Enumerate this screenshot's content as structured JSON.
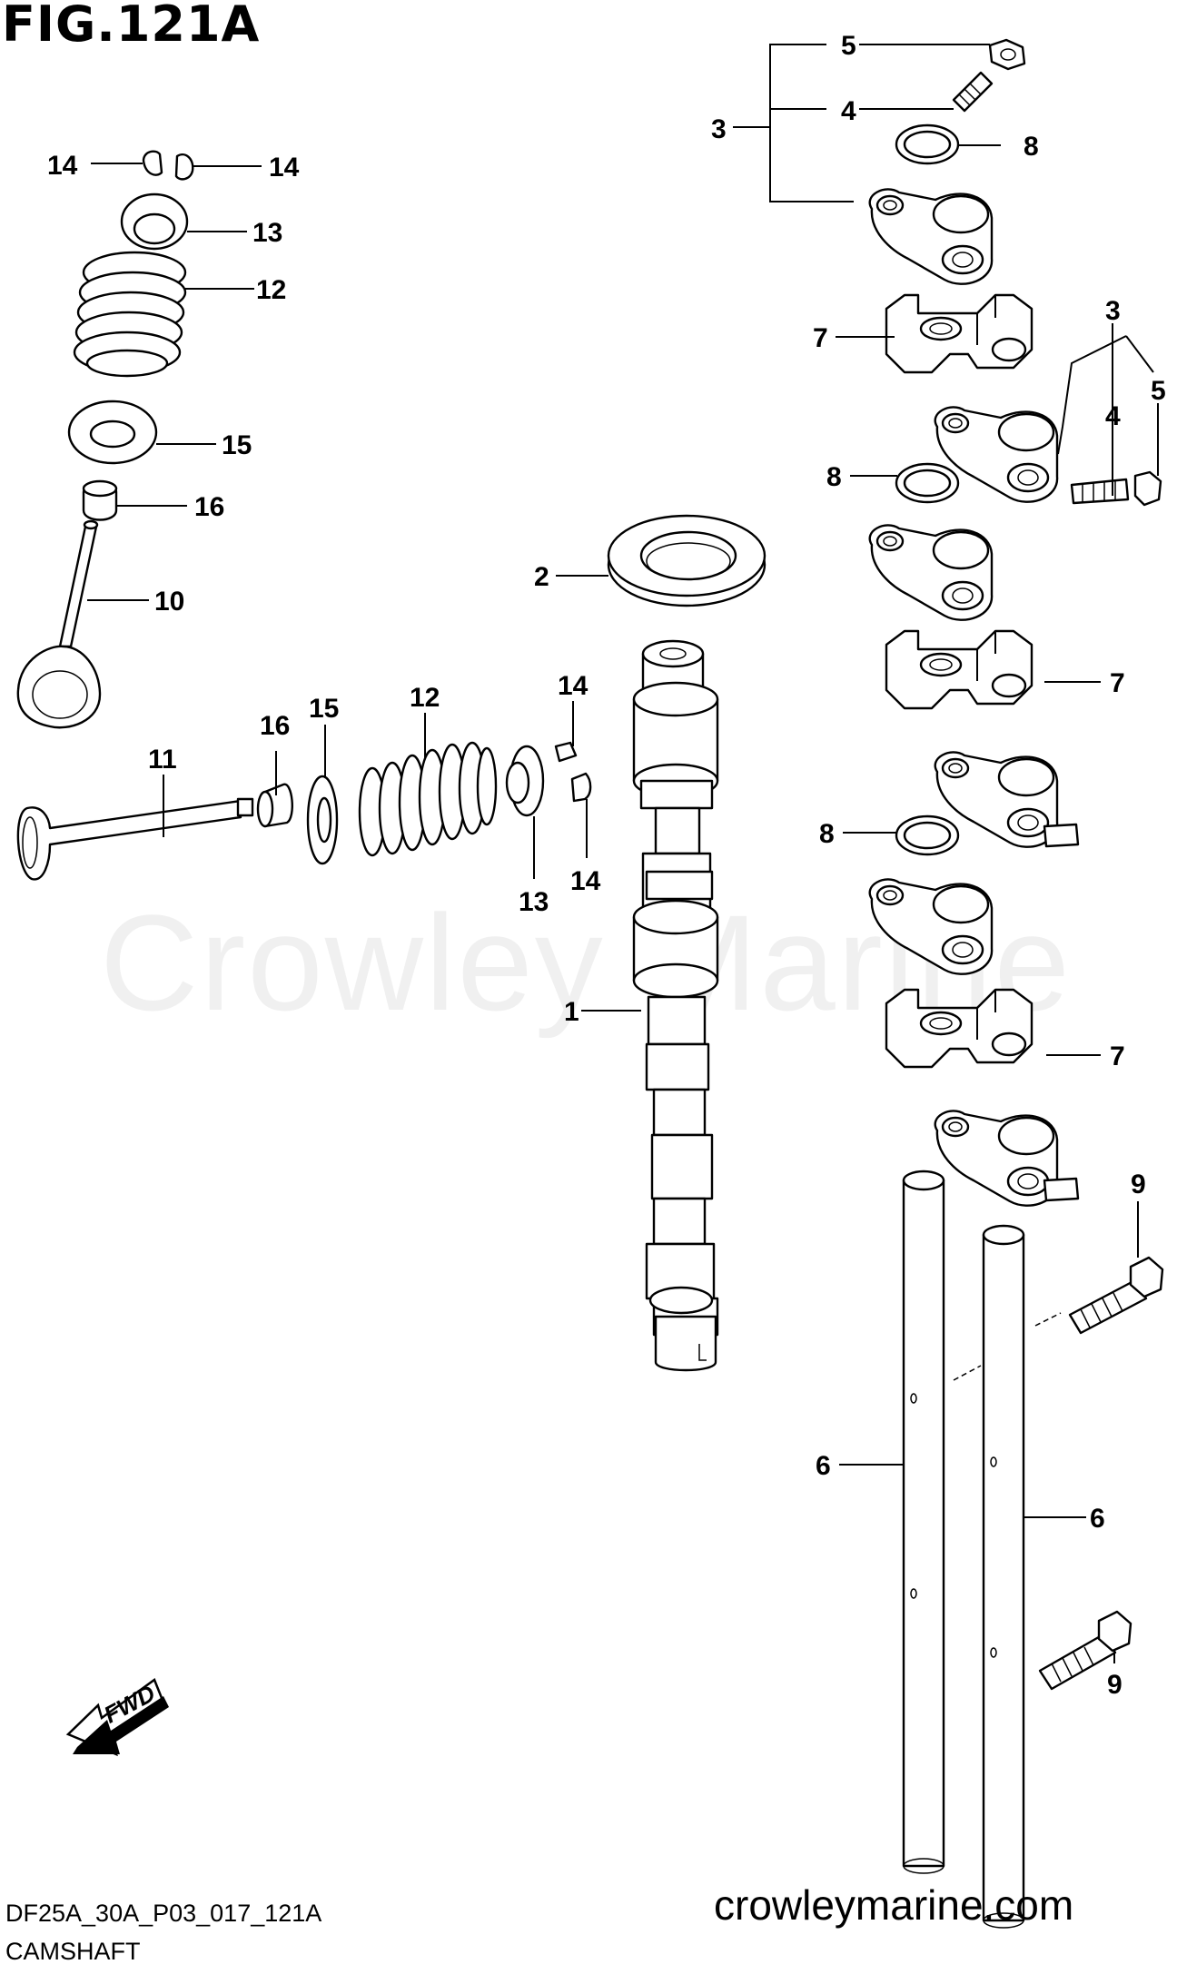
{
  "figure_title": "FIG.121A",
  "watermark": "Crowley Marine",
  "drawing_code": "DF25A_30A_P03_017_121A",
  "drawing_name": "CAMSHAFT",
  "website": "crowleymarine.com",
  "fwd_label": "FWD",
  "callouts": {
    "c1": "1",
    "c2": "2",
    "c3a": "3",
    "c3b": "3",
    "c4a": "4",
    "c4b": "4",
    "c5a": "5",
    "c5b": "5",
    "c6a": "6",
    "c6b": "6",
    "c7a": "7",
    "c7b": "7",
    "c7c": "7",
    "c8a": "8",
    "c8b": "8",
    "c8c": "8",
    "c9a": "9",
    "c9b": "9",
    "c10": "10",
    "c11": "11",
    "c12a": "12",
    "c12b": "12",
    "c13a": "13",
    "c13b": "13",
    "c14a": "14",
    "c14b": "14",
    "c14c": "14",
    "c14d": "14",
    "c15a": "15",
    "c15b": "15",
    "c16a": "16",
    "c16b": "16"
  }
}
